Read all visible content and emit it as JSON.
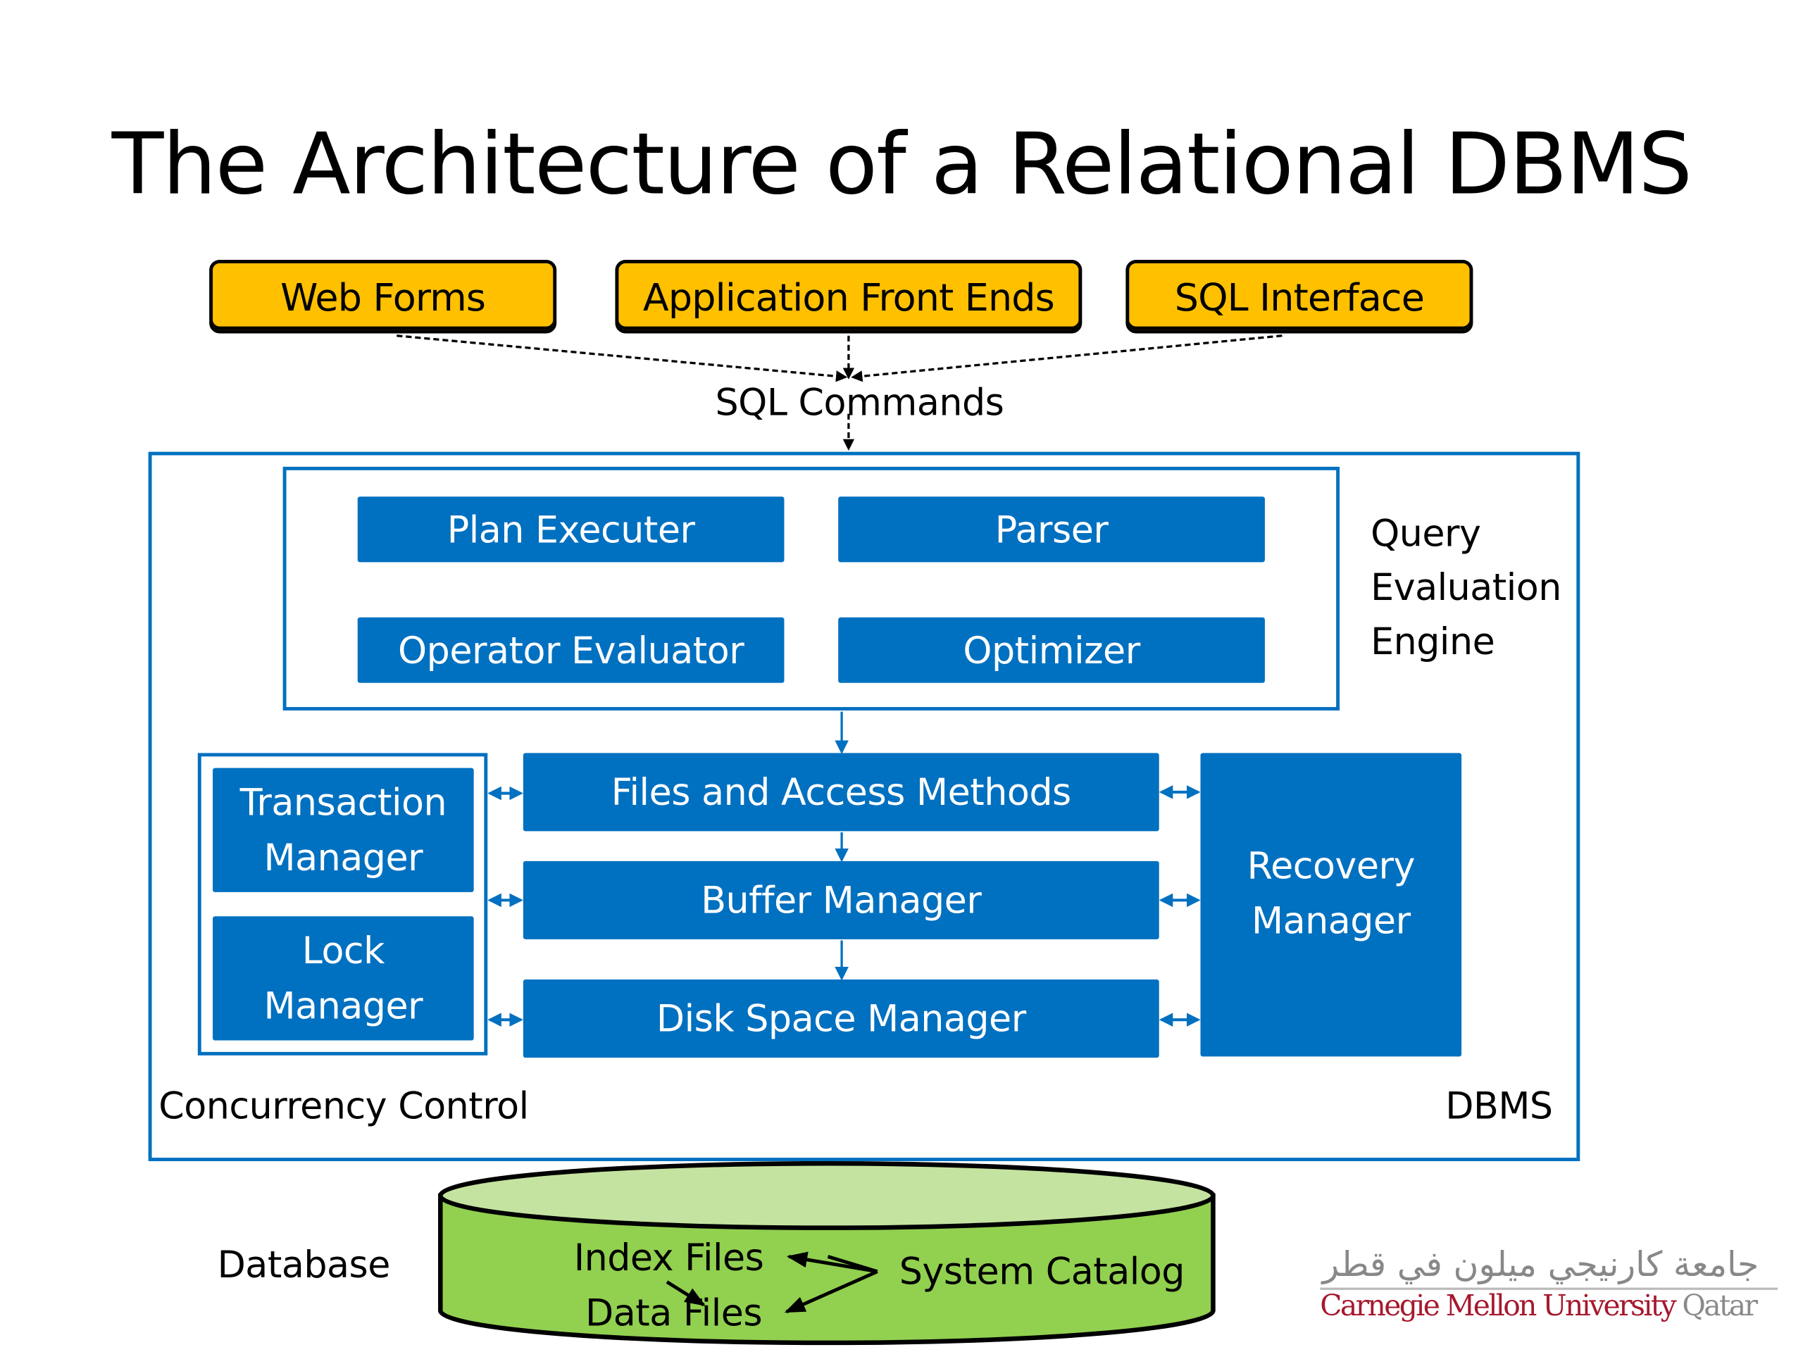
{
  "title": "The Architecture of a Relational DBMS",
  "clients": {
    "web_forms": "Web Forms",
    "app_front_ends": "Application Front Ends",
    "sql_interface": "SQL Interface"
  },
  "sql_commands": "SQL Commands",
  "query_engine": {
    "label_line1": "Query",
    "label_line2": "Evaluation",
    "label_line3": "Engine",
    "plan_executer": "Plan Executer",
    "parser": "Parser",
    "operator_evaluator": "Operator Evaluator",
    "optimizer": "Optimizer"
  },
  "storage": {
    "files_access": "Files and Access Methods",
    "buffer_manager": "Buffer Manager",
    "disk_space_manager": "Disk Space Manager"
  },
  "concurrency": {
    "label": "Concurrency Control",
    "transaction_line1": "Transaction",
    "transaction_line2": "Manager",
    "lock_line1": "Lock",
    "lock_line2": "Manager"
  },
  "recovery": {
    "line1": "Recovery",
    "line2": "Manager"
  },
  "dbms_label": "DBMS",
  "database": {
    "label": "Database",
    "index_files": "Index Files",
    "data_files": "Data Files",
    "system_catalog": "System Catalog"
  },
  "logo": {
    "arabic": "جامعة كارنيجي ميلون في قطر",
    "carnegie_mellon_university": "Carnegie Mellon University",
    "qatar": "Qatar"
  },
  "colors": {
    "client_fill": "#ffc000",
    "component_blue": "#0070c0",
    "database_green": "#92d050",
    "database_top": "#c4e3a0",
    "logo_red": "#a6192e"
  }
}
